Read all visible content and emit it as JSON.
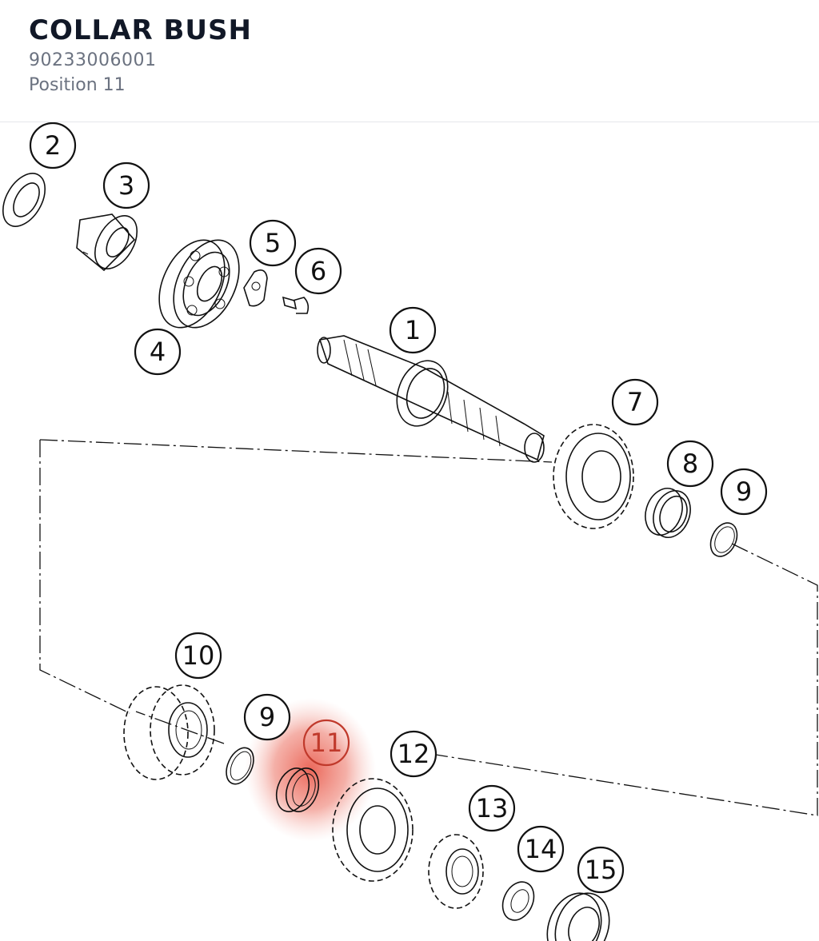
{
  "header": {
    "title": "COLLAR BUSH",
    "part_number": "90233006001",
    "position": "Position 11"
  },
  "diagram": {
    "highlight_color": "#e74c3c",
    "selected_position": "11",
    "callouts": [
      {
        "id": "c1",
        "label": "1"
      },
      {
        "id": "c2",
        "label": "2"
      },
      {
        "id": "c3",
        "label": "3"
      },
      {
        "id": "c4",
        "label": "4"
      },
      {
        "id": "c5",
        "label": "5"
      },
      {
        "id": "c6",
        "label": "6"
      },
      {
        "id": "c7",
        "label": "7"
      },
      {
        "id": "c8",
        "label": "8"
      },
      {
        "id": "c9a",
        "label": "9"
      },
      {
        "id": "c10",
        "label": "10"
      },
      {
        "id": "c9b",
        "label": "9"
      },
      {
        "id": "c11",
        "label": "11"
      },
      {
        "id": "c12",
        "label": "12"
      },
      {
        "id": "c13",
        "label": "13"
      },
      {
        "id": "c14",
        "label": "14"
      },
      {
        "id": "c15",
        "label": "15"
      }
    ]
  }
}
